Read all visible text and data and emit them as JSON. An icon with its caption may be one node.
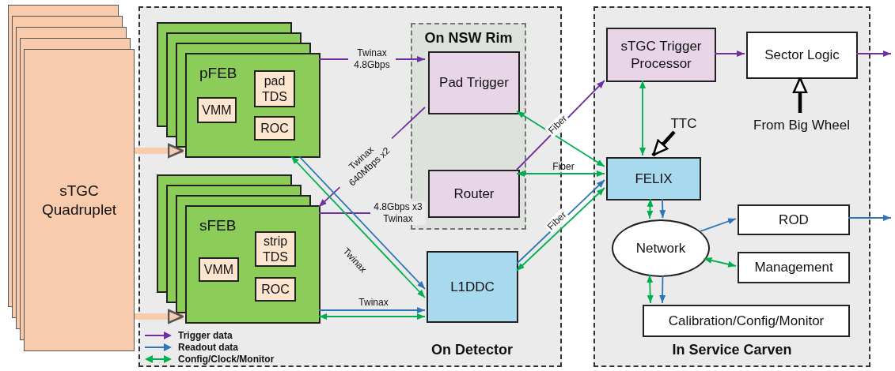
{
  "diagram": {
    "nodes": [
      {
        "text": [
          "sTGC Quadruplet"
        ]
      },
      {
        "text": [
          "On Detector"
        ]
      },
      {
        "text": [
          "pFEB"
        ],
        "in": 1
      },
      {
        "text": [
          "VMM"
        ],
        "in": 2
      },
      {
        "text": [
          "pad TDS"
        ],
        "in": 2
      },
      {
        "text": [
          "ROC"
        ],
        "in": 2
      },
      {
        "text": [
          "sFEB"
        ],
        "in": 1
      },
      {
        "text": [
          "VMM"
        ],
        "in": 6
      },
      {
        "text": [
          "strip TDS"
        ],
        "in": 6
      },
      {
        "text": [
          "ROC"
        ],
        "in": 6
      },
      {
        "text": [
          "On NSW Rim"
        ],
        "in": 1
      },
      {
        "text": [
          "Pad Trigger"
        ],
        "in": 10
      },
      {
        "text": [
          "Router"
        ],
        "in": 10
      },
      {
        "text": [
          "L1DDC"
        ],
        "in": 1
      },
      {
        "text": [
          "In Service Carven"
        ]
      },
      {
        "text": [
          "sTGC Trigger Processor"
        ],
        "in": 14
      },
      {
        "text": [
          "Sector Logic"
        ],
        "in": 14
      },
      {
        "text": [
          "From Big Wheel"
        ],
        "in": 14
      },
      {
        "text": [
          "TTC"
        ],
        "in": 14
      },
      {
        "text": [
          "FELIX"
        ],
        "in": 14
      },
      {
        "text": [
          "Network"
        ],
        "in": 14
      },
      {
        "text": [
          "ROD"
        ],
        "in": 14
      },
      {
        "text": [
          "Management"
        ],
        "in": 14
      },
      {
        "text": [
          "Calibration/Config/Monitor"
        ],
        "in": 14
      }
    ],
    "edges": [
      {
        "from": 0,
        "to": 2,
        "arrow": "to",
        "style": "thick",
        "color": "#f8cbad"
      },
      {
        "from": 0,
        "to": 6,
        "arrow": "to",
        "style": "thick",
        "color": "#f8cbad"
      },
      {
        "from": 2,
        "to": 11,
        "arrow": "to",
        "label": "Twinax 4.8Gbps",
        "color": "#7030a0"
      },
      {
        "from": 11,
        "to": 6,
        "arrow": "to",
        "label": "Twinax 640Mbps x2",
        "color": "#7030a0"
      },
      {
        "from": 6,
        "to": 12,
        "arrow": "to",
        "label": "4.8Gbps x3 Twinax",
        "color": "#7030a0"
      },
      {
        "from": 2,
        "to": 13,
        "arrow": "to",
        "label": "Twinax",
        "color": "#2e75b6"
      },
      {
        "from": 2,
        "to": 13,
        "arrow": "both",
        "color": "#00b050"
      },
      {
        "from": 6,
        "to": 13,
        "arrow": "to",
        "label": "Twinax",
        "color": "#2e75b6"
      },
      {
        "from": 6,
        "to": 13,
        "arrow": "both",
        "color": "#00b050"
      },
      {
        "from": 12,
        "to": 15,
        "arrow": "to",
        "label": "Fiber",
        "color": "#7030a0"
      },
      {
        "from": 11,
        "to": 19,
        "arrow": "both",
        "color": "#00b050"
      },
      {
        "from": 12,
        "to": 19,
        "arrow": "both",
        "label": "Fiber",
        "color": "#00b050"
      },
      {
        "from": 13,
        "to": 19,
        "arrow": "to",
        "label": "Fiber",
        "color": "#2e75b6"
      },
      {
        "from": 13,
        "to": 19,
        "arrow": "both",
        "color": "#00b050"
      },
      {
        "from": 15,
        "to": 19,
        "arrow": "both",
        "color": "#00b050"
      },
      {
        "from": 18,
        "to": 19,
        "arrow": "to",
        "style": "thick",
        "color": "#000000"
      },
      {
        "from": 17,
        "to": 16,
        "arrow": "to",
        "style": "thick",
        "color": "#000000"
      },
      {
        "from": 15,
        "to": 16,
        "arrow": "to",
        "color": "#7030a0"
      },
      {
        "from": 16,
        "to": null,
        "arrow": "to",
        "color": "#7030a0"
      },
      {
        "from": 19,
        "to": 20,
        "arrow": "both",
        "color": "#00b050"
      },
      {
        "from": 19,
        "to": 20,
        "arrow": "to",
        "color": "#2e75b6"
      },
      {
        "from": 20,
        "to": 21,
        "arrow": "to",
        "color": "#2e75b6"
      },
      {
        "from": 21,
        "to": null,
        "arrow": "to",
        "color": "#2e75b6"
      },
      {
        "from": 20,
        "to": 22,
        "arrow": "both",
        "color": "#00b050"
      },
      {
        "from": 20,
        "to": 23,
        "arrow": "both",
        "color": "#00b050"
      },
      {
        "from": 20,
        "to": 23,
        "arrow": "to",
        "color": "#2e75b6"
      }
    ],
    "legend": [
      {
        "text": "Trigger data"
      },
      {
        "text": "Readout data"
      },
      {
        "text": "Config/Clock/Monitor"
      }
    ]
  }
}
